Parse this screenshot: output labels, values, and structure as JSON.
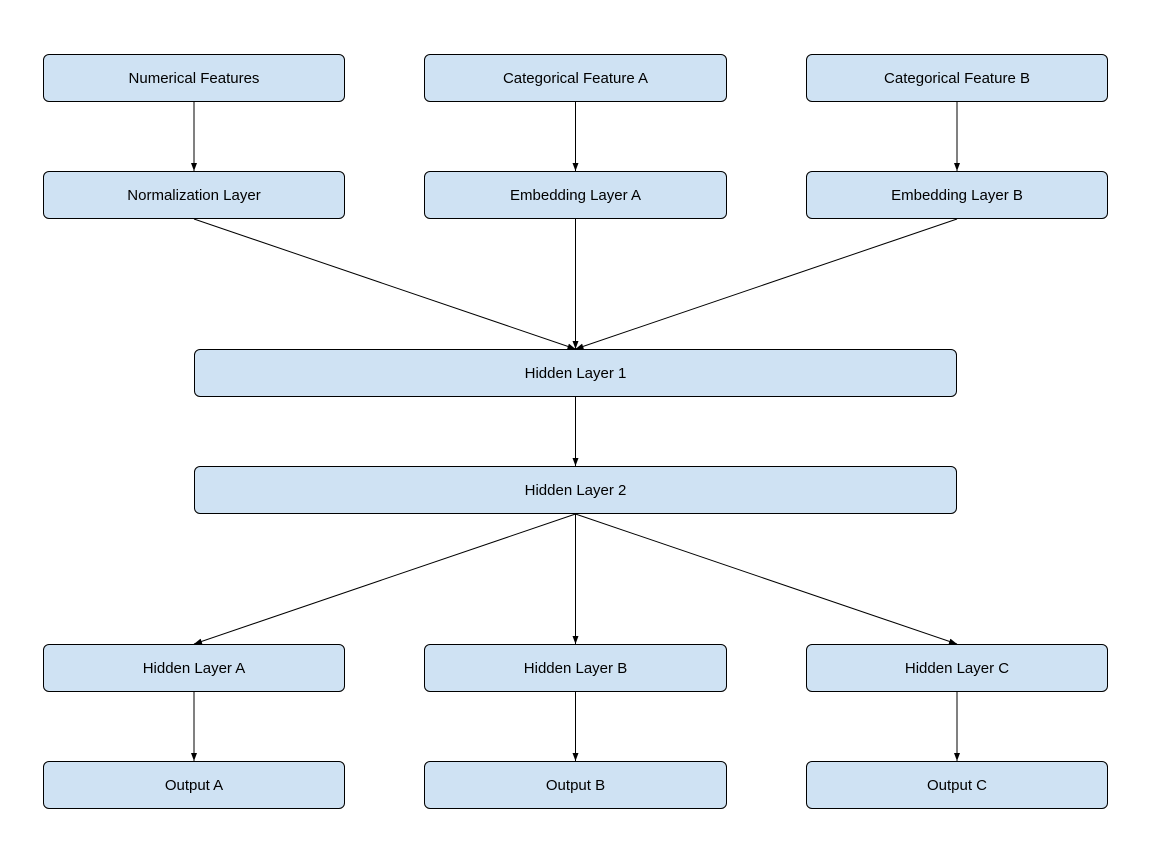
{
  "diagram": {
    "colors": {
      "node_fill": "#cfe2f3",
      "node_border": "#000000",
      "edge": "#000000",
      "background": "#ffffff"
    },
    "nodes": {
      "numerical_features": "Numerical Features",
      "categorical_feature_a": "Categorical Feature A",
      "categorical_feature_b": "Categorical Feature B",
      "normalization_layer": "Normalization Layer",
      "embedding_layer_a": "Embedding Layer A",
      "embedding_layer_b": "Embedding Layer B",
      "hidden_layer_1": "Hidden Layer 1",
      "hidden_layer_2": "Hidden Layer 2",
      "hidden_layer_a": "Hidden Layer A",
      "hidden_layer_b": "Hidden Layer B",
      "hidden_layer_c": "Hidden Layer C",
      "output_a": "Output A",
      "output_b": "Output B",
      "output_c": "Output C"
    },
    "edges": [
      {
        "from": "numerical_features",
        "to": "normalization_layer"
      },
      {
        "from": "categorical_feature_a",
        "to": "embedding_layer_a"
      },
      {
        "from": "categorical_feature_b",
        "to": "embedding_layer_b"
      },
      {
        "from": "normalization_layer",
        "to": "hidden_layer_1"
      },
      {
        "from": "embedding_layer_a",
        "to": "hidden_layer_1"
      },
      {
        "from": "embedding_layer_b",
        "to": "hidden_layer_1"
      },
      {
        "from": "hidden_layer_1",
        "to": "hidden_layer_2"
      },
      {
        "from": "hidden_layer_2",
        "to": "hidden_layer_a"
      },
      {
        "from": "hidden_layer_2",
        "to": "hidden_layer_b"
      },
      {
        "from": "hidden_layer_2",
        "to": "hidden_layer_c"
      },
      {
        "from": "hidden_layer_a",
        "to": "output_a"
      },
      {
        "from": "hidden_layer_b",
        "to": "output_b"
      },
      {
        "from": "hidden_layer_c",
        "to": "output_c"
      }
    ]
  }
}
